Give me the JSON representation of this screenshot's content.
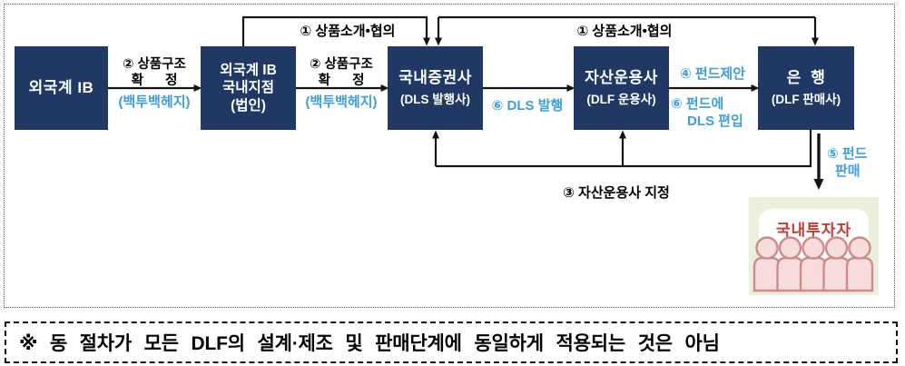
{
  "diagram": {
    "boxes": [
      {
        "id": "foreign-ib",
        "lines": [
          "외국계 IB"
        ]
      },
      {
        "id": "foreign-ib-branch",
        "lines": [
          "외국계 IB",
          "국내지점",
          "(법인)"
        ]
      },
      {
        "id": "domestic-securities",
        "main": "국내증권사",
        "sub": "(DLS 발행사)"
      },
      {
        "id": "asset-manager",
        "main": "자산운용사",
        "sub": "(DLF 운용사)"
      },
      {
        "id": "bank",
        "main": "은  행",
        "sub": "(DLF 판매사)"
      }
    ],
    "labels": {
      "intro_left": "① 상품소개•협의",
      "intro_right": "① 상품소개•협의",
      "structure": "② 상품구조",
      "confirm": "확      정",
      "hedge": "(백투백헤지)",
      "dls_issue": "⑥ DLS 발행",
      "fund_propose": "④ 펀드제안",
      "fund_include_1": "⑥ 펀드에",
      "fund_include_2": "DLS 편입",
      "designate": "③ 자산운용사 지정",
      "fund_sale_1": "⑤ 펀드",
      "fund_sale_2": "판매"
    },
    "investors": {
      "title": "국내투자자"
    },
    "colors": {
      "box_navy": "#1F3864",
      "accent_blue": "#3E9DDB",
      "investor_bg": "#EBEFDB",
      "investor_red": "#C43B35",
      "people_fill": "#F6DCDA",
      "people_stroke": "#CD8C8A"
    }
  },
  "note": {
    "text": "※ 동 절차가 모든 DLF의 설계·제조 및 판매단계에 동일하게 적용되는 것은 아님"
  }
}
